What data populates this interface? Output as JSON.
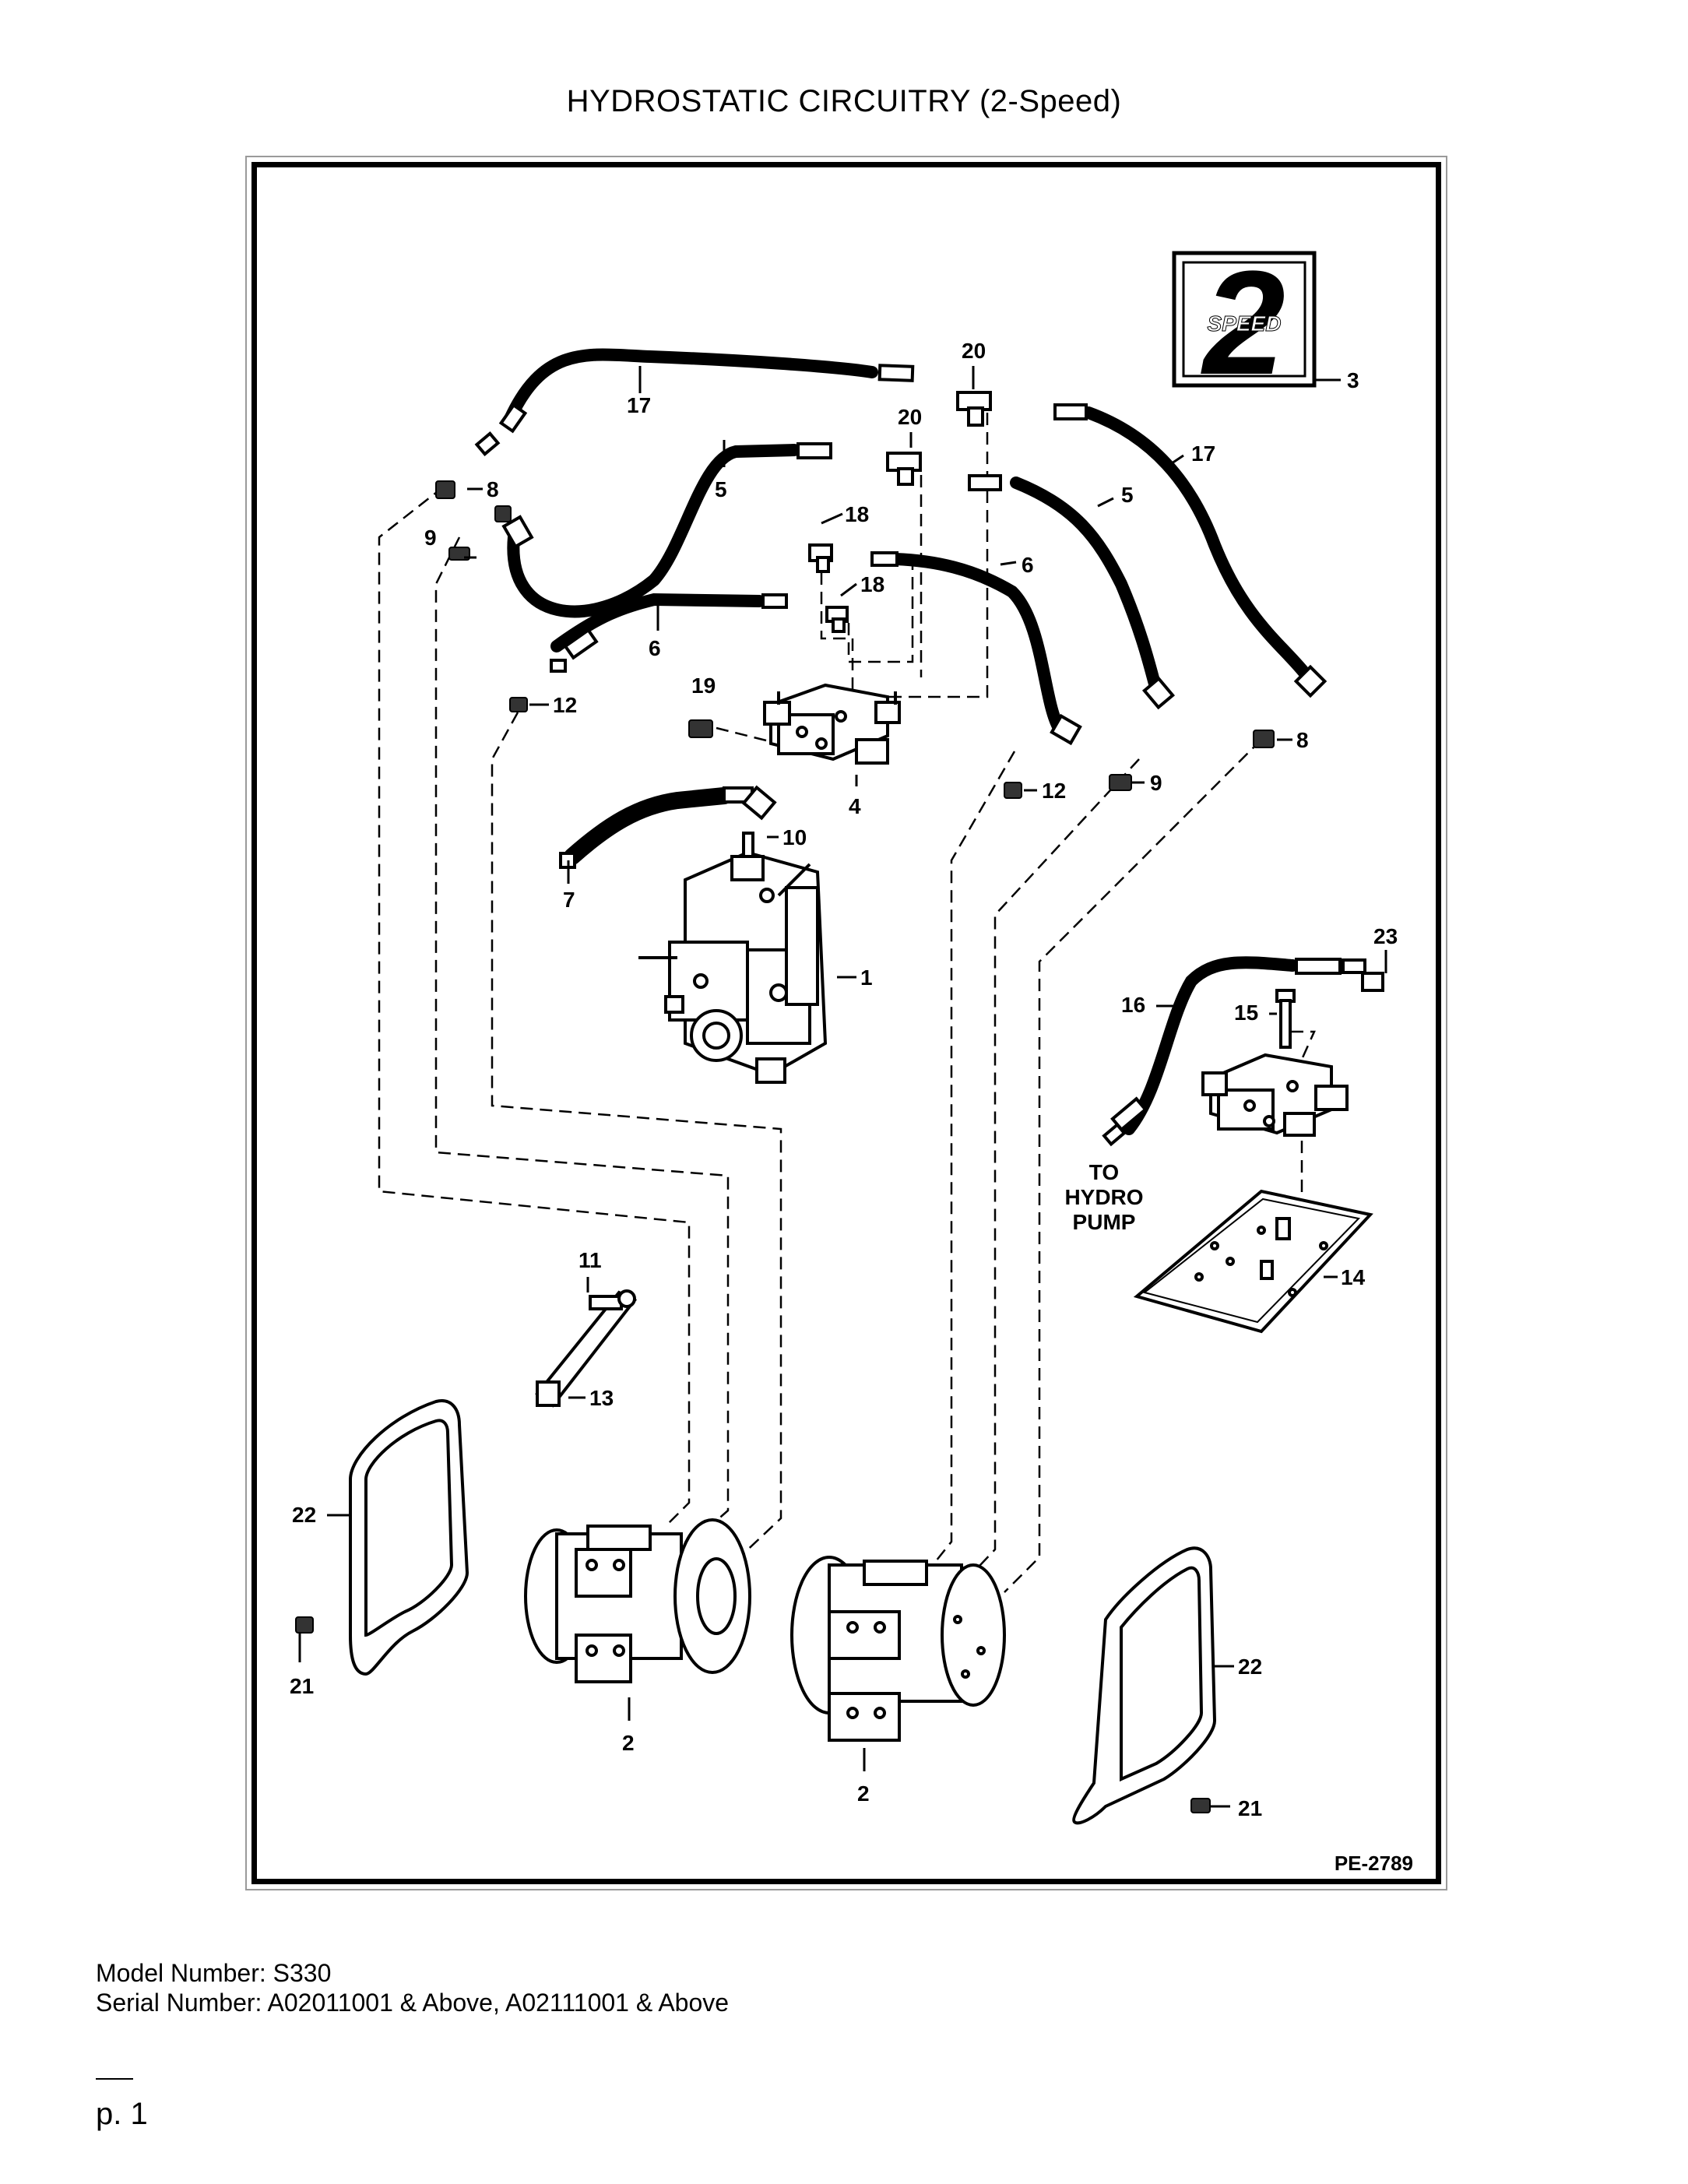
{
  "page": {
    "title": "HYDROSTATIC CIRCUITRY (2-Speed)"
  },
  "diagram": {
    "badge_text": "SPEED",
    "badge_digit": "2",
    "drawing_number": "PE-2789",
    "to_pump_note": [
      "TO",
      "HYDRO",
      "PUMP"
    ],
    "callouts": {
      "c1": "1",
      "c2a": "2",
      "c2b": "2",
      "c3": "3",
      "c4": "4",
      "c5a": "5",
      "c5b": "5",
      "c6a": "6",
      "c6b": "6",
      "c7": "7",
      "c8a": "8",
      "c8b": "8",
      "c9a": "9",
      "c9b": "9",
      "c10": "10",
      "c11": "11",
      "c12a": "12",
      "c12b": "12",
      "c13": "13",
      "c14": "14",
      "c15": "15",
      "c16": "16",
      "c17a": "17",
      "c17b": "17",
      "c18a": "18",
      "c18b": "18",
      "c19": "19",
      "c20a": "20",
      "c20b": "20",
      "c21a": "21",
      "c21b": "21",
      "c22a": "22",
      "c22b": "22",
      "c23": "23"
    }
  },
  "footer": {
    "model": "Model Number: S330",
    "serial": "Serial Number: A02011001 & Above, A02111001 & Above",
    "page": "p. 1"
  }
}
